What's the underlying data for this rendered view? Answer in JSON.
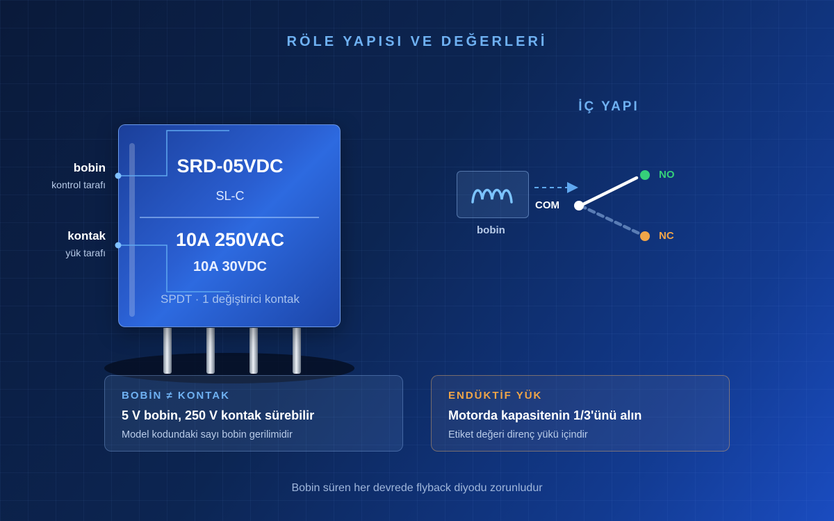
{
  "title": "RÖLE YAPISI VE DEĞERLERİ",
  "relay": {
    "model": "SRD-05VDC",
    "series": "SL-C",
    "rating_ac": "10A 250VAC",
    "rating_dc": "10A 30VDC",
    "contact_type": "SPDT · 1 değiştirici kontak"
  },
  "callouts": {
    "coil": {
      "title": "bobin",
      "subtitle": "kontrol tarafı"
    },
    "contact": {
      "title": "kontak",
      "subtitle": "yük tarafı"
    }
  },
  "internal": {
    "title": "İÇ YAPI",
    "coil_label": "bobin",
    "com": "COM",
    "no": "NO",
    "nc": "NC"
  },
  "cards": [
    {
      "tag": "BOBİN ≠ KONTAK",
      "headline": "5 V bobin, 250 V kontak sürebilir",
      "note": "Model kodundaki sayı bobin gerilimidir"
    },
    {
      "tag": "ENDÜKTİF YÜK",
      "headline": "Motorda kapasitenin 1/3'ünü alın",
      "note": "Etiket değeri direnç yükü içindir"
    }
  ],
  "footer": "Bobin süren her devrede flyback diyodu zorunludur",
  "colors": {
    "accent": "#6fb1f2",
    "warning": "#f0a548",
    "no_dot": "#35d07a",
    "nc_dot": "#f0a548"
  }
}
